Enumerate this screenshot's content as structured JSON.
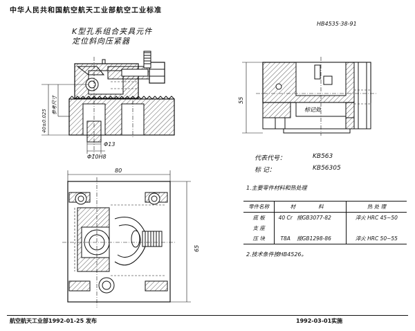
{
  "header": {
    "org_title": "中华人民共和国航空航天工业部航空工业标准",
    "standard_no": "HB4535·38-91"
  },
  "title": {
    "line1": "K型孔系组合夹具元件",
    "line2": "定位斜向压紧器"
  },
  "dimensions": {
    "tol": "40±0.025",
    "hole_top": "Φ13",
    "hole_bottom": "Φ10H8",
    "width": "80",
    "height_plan": "65",
    "height_side": "55",
    "side_label": "参考尺寸"
  },
  "marking_label": "标记处",
  "info": {
    "code_label": "代表代号：",
    "code_value": "KB563",
    "mark_label": "标    记：",
    "mark_value": "KB56305"
  },
  "notes": {
    "item1": "1.主要零件材料和热处理",
    "item2": "2.技术条件按HB4526。"
  },
  "material_table": {
    "headers": [
      "零件名称",
      "材",
      "料",
      "热 处 理"
    ],
    "rows": [
      [
        "底  板",
        "40 Cr",
        "按GB3077-82",
        "淬火 HRC 45~50"
      ],
      [
        "支  座",
        "",
        "",
        ""
      ],
      [
        "压  块",
        "T8A",
        "按GB1298-86",
        "淬火 HRC 50~55"
      ]
    ]
  },
  "footer": {
    "left": "航空航天工业部1992-01-25  发布",
    "right": "1992-03-01实施"
  }
}
